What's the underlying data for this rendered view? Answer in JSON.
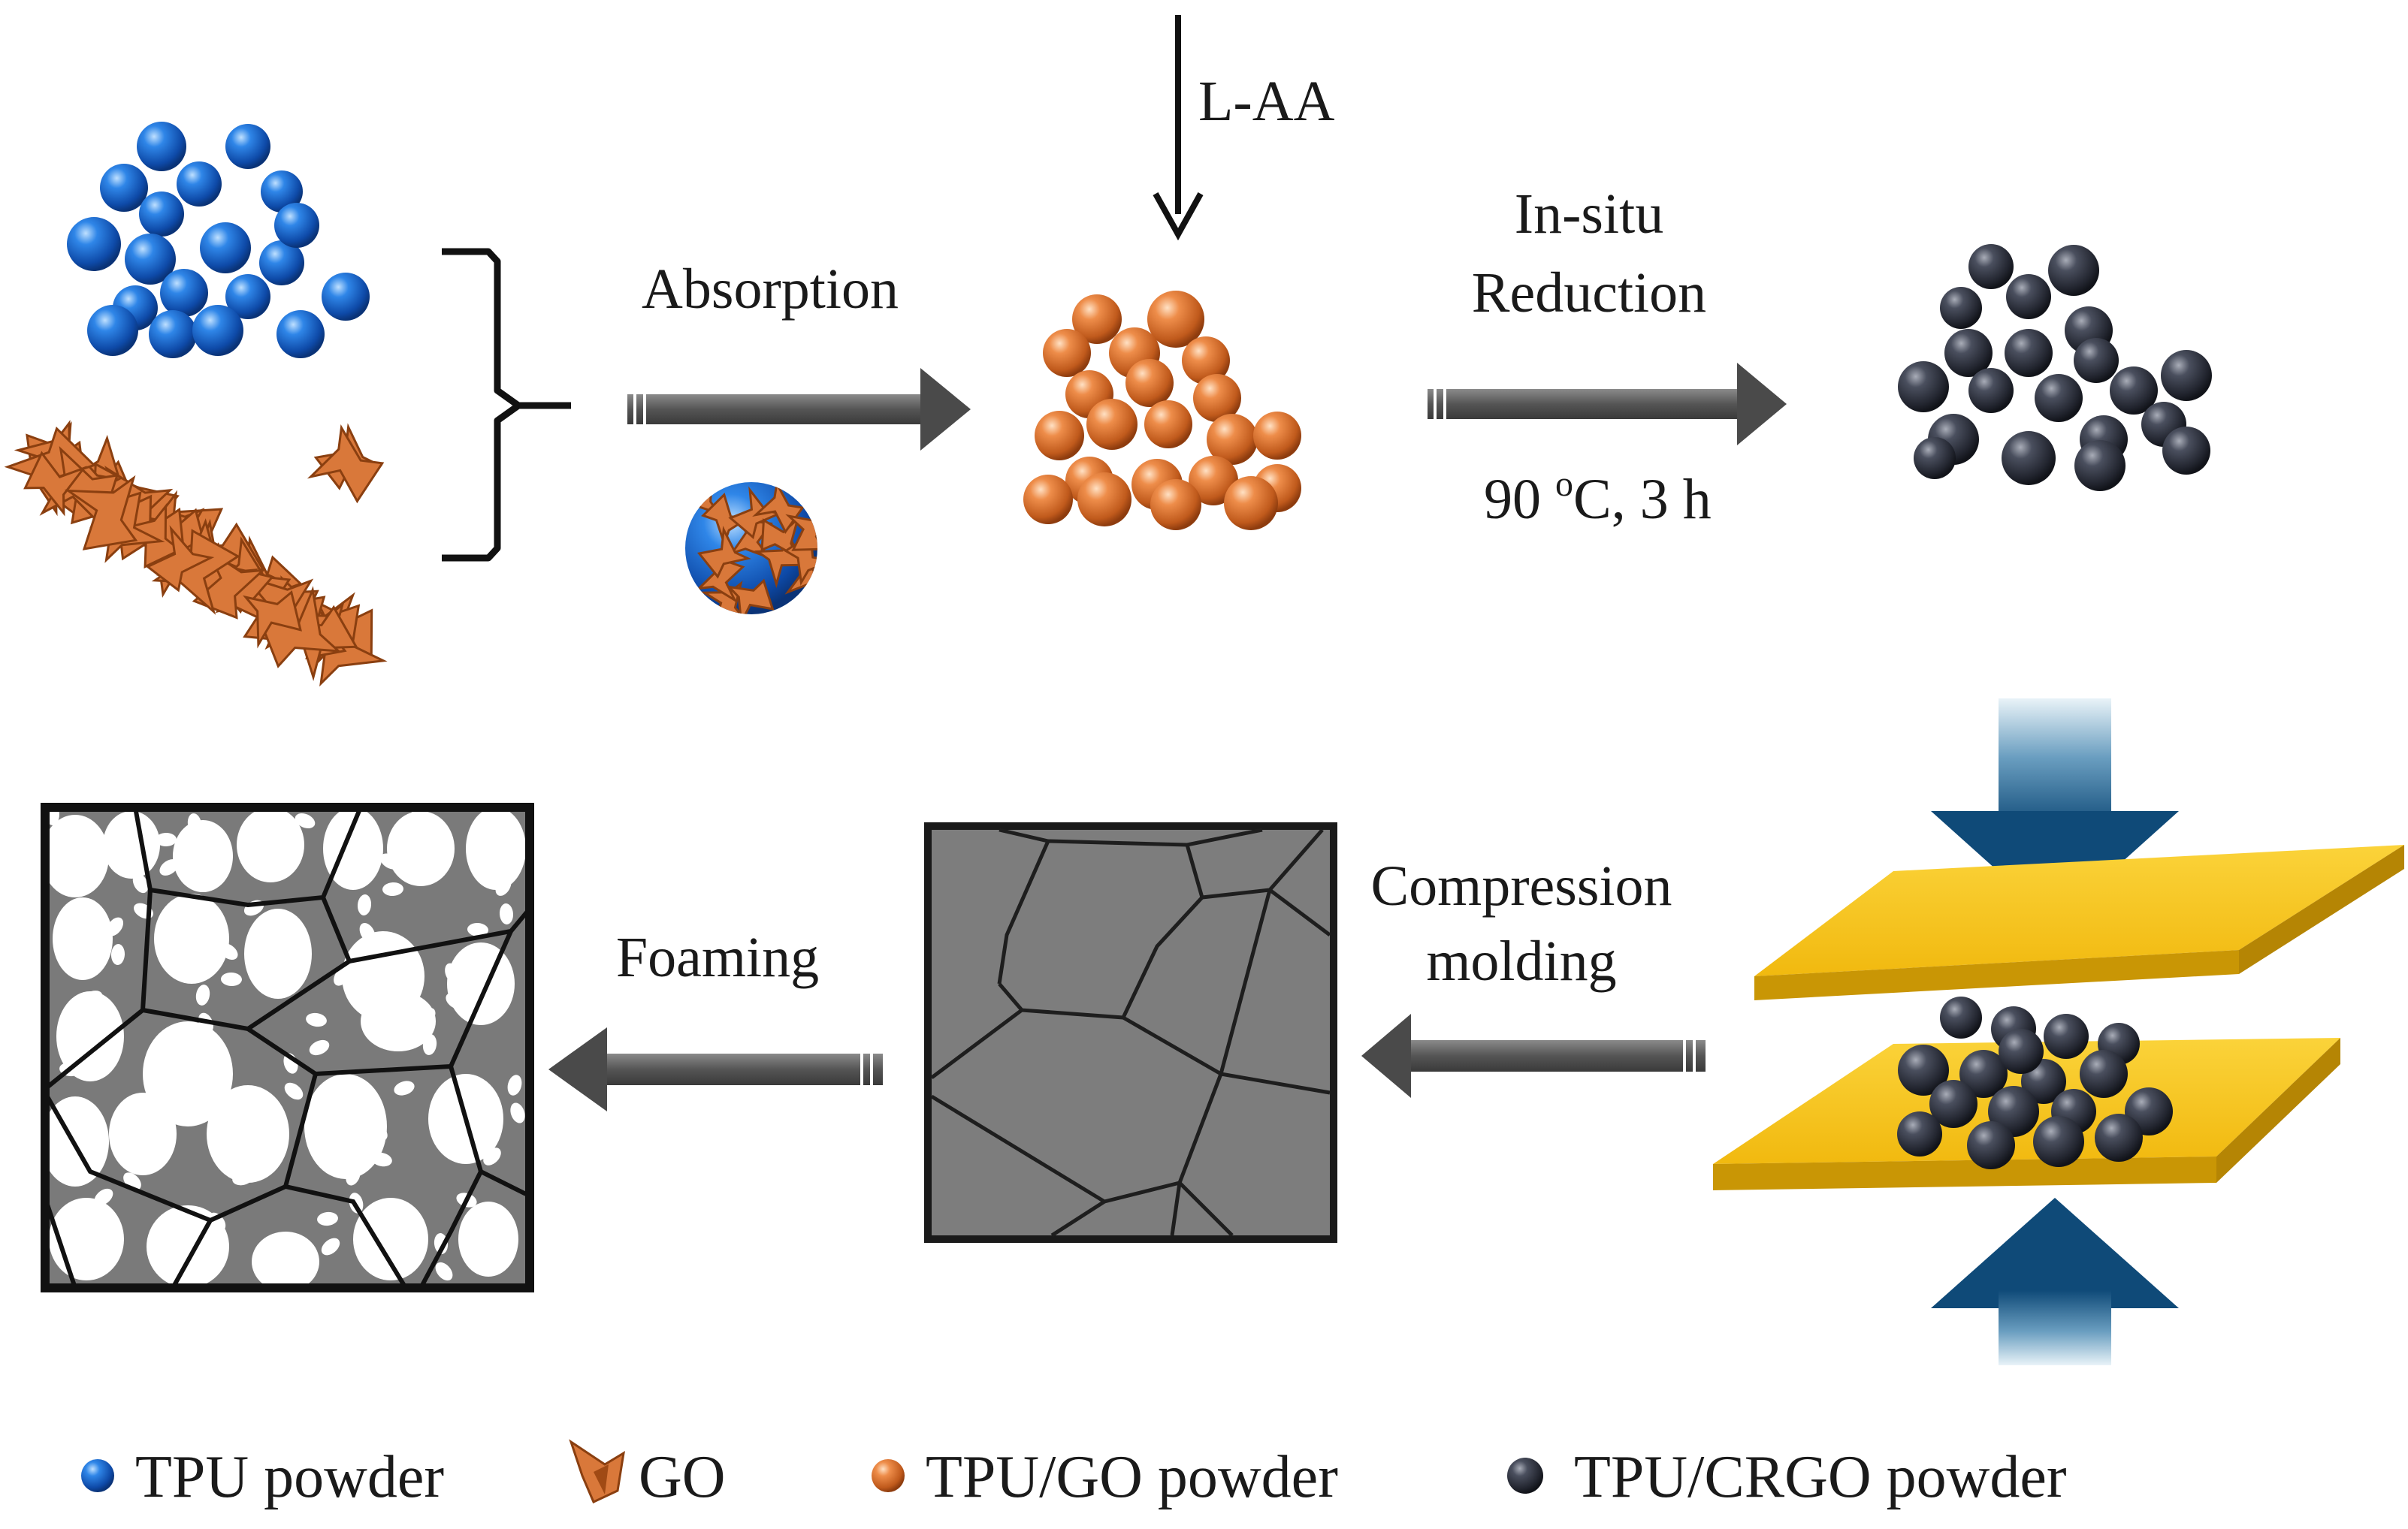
{
  "labels": {
    "l_aa": "L-AA",
    "absorption": "Absorption",
    "in_situ_line1": "In-situ",
    "in_situ_line2": "Reduction",
    "conditions_temp": "90 ",
    "conditions_deg": "o",
    "conditions_rest": "C, 3 h",
    "compression_line1": "Compression",
    "compression_line2": "molding",
    "foaming": "Foaming"
  },
  "legend": [
    {
      "label": "TPU powder",
      "icon": "blue-sphere-icon"
    },
    {
      "label": "GO",
      "icon": "go-flake-icon"
    },
    {
      "label": "TPU/GO powder",
      "icon": "orange-sphere-icon"
    },
    {
      "label": "TPU/CRGO powder",
      "icon": "dark-sphere-icon"
    }
  ],
  "colors": {
    "tpu_blue": "#1e63c8",
    "go_orange": "#d9783a",
    "crgo_dark": "#2b2f3d",
    "plate_yellow": "#f5c518",
    "press_arrow_blue": "#0f4a78",
    "process_arrow_gray": "#5a5a5a",
    "cell_gray": "#7d7d7d"
  }
}
